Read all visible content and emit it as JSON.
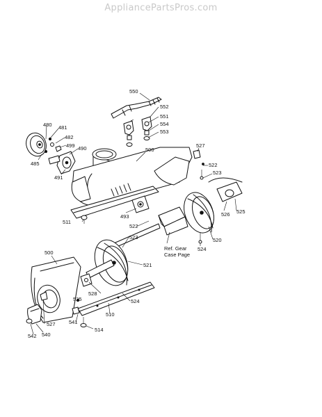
{
  "watermark": "AppliancePartsPros.com",
  "ref_note": [
    "Ref. Gear",
    "Case Page"
  ],
  "labels": {
    "p550": "550",
    "p552": "552",
    "p551": "551",
    "p554": "554",
    "p553": "553",
    "p480": "480",
    "p481": "481",
    "p482": "482",
    "p499": "499",
    "p490": "490",
    "p485": "485",
    "p491": "491",
    "p500a": "500",
    "p527a": "527",
    "p522a": "522",
    "p523a": "523",
    "p526a": "526",
    "p525a": "525",
    "p511": "511",
    "p493": "493",
    "p522b": "522",
    "p523b": "523",
    "p520": "520",
    "p524a": "524",
    "p500b": "500",
    "p521": "521",
    "p528": "528",
    "p525b": "525",
    "p524b": "524",
    "p510": "510",
    "p541": "541",
    "p527b": "527",
    "p542": "542",
    "p540": "540",
    "p514": "514"
  }
}
